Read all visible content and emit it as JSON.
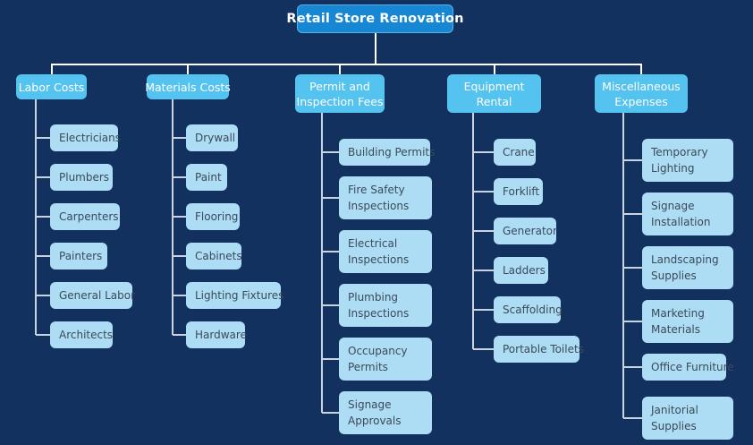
{
  "diagram": {
    "type": "tree",
    "title": "Retail Store Renovation",
    "background_color": "#13315e",
    "colors": {
      "root_fill": "#1787d4",
      "root_border": "#54b4ea",
      "root_text": "#ffffff",
      "category_fill": "#54c3f0",
      "category_text": "#ffffff",
      "leaf_fill": "#addcf5",
      "leaf_text": "#3c4a57",
      "connector": "#c8d4e0",
      "root_connector": "#ffffff"
    },
    "root": {
      "label": "Retail Store Renovation"
    },
    "branches": [
      {
        "label": "Labor Costs",
        "label_lines": [
          "Labor Costs"
        ],
        "children": [
          {
            "label": "Electricians",
            "lines": [
              "Electricians"
            ]
          },
          {
            "label": "Plumbers",
            "lines": [
              "Plumbers"
            ]
          },
          {
            "label": "Carpenters",
            "lines": [
              "Carpenters"
            ]
          },
          {
            "label": "Painters",
            "lines": [
              "Painters"
            ]
          },
          {
            "label": "General Labor",
            "lines": [
              "General Labor"
            ]
          },
          {
            "label": "Architects",
            "lines": [
              "Architects"
            ]
          }
        ]
      },
      {
        "label": "Materials Costs",
        "label_lines": [
          "Materials Costs"
        ],
        "children": [
          {
            "label": "Drywall",
            "lines": [
              "Drywall"
            ]
          },
          {
            "label": "Paint",
            "lines": [
              "Paint"
            ]
          },
          {
            "label": "Flooring",
            "lines": [
              "Flooring"
            ]
          },
          {
            "label": "Cabinets",
            "lines": [
              "Cabinets"
            ]
          },
          {
            "label": "Lighting Fixtures",
            "lines": [
              "Lighting Fixtures"
            ]
          },
          {
            "label": "Hardware",
            "lines": [
              "Hardware"
            ]
          }
        ]
      },
      {
        "label": "Permit and Inspection Fees",
        "label_lines": [
          "Permit and",
          "Inspection Fees"
        ],
        "children": [
          {
            "label": "Building Permits",
            "lines": [
              "Building Permits"
            ]
          },
          {
            "label": "Fire Safety Inspections",
            "lines": [
              "Fire Safety",
              "Inspections"
            ]
          },
          {
            "label": "Electrical Inspections",
            "lines": [
              "Electrical",
              "Inspections"
            ]
          },
          {
            "label": "Plumbing Inspections",
            "lines": [
              "Plumbing",
              "Inspections"
            ]
          },
          {
            "label": "Occupancy Permits",
            "lines": [
              "Occupancy",
              "Permits"
            ]
          },
          {
            "label": "Signage Approvals",
            "lines": [
              "Signage",
              "Approvals"
            ]
          }
        ]
      },
      {
        "label": "Equipment Rental",
        "label_lines": [
          "Equipment",
          "Rental"
        ],
        "children": [
          {
            "label": "Crane",
            "lines": [
              "Crane"
            ]
          },
          {
            "label": "Forklift",
            "lines": [
              "Forklift"
            ]
          },
          {
            "label": "Generator",
            "lines": [
              "Generator"
            ]
          },
          {
            "label": "Ladders",
            "lines": [
              "Ladders"
            ]
          },
          {
            "label": "Scaffolding",
            "lines": [
              "Scaffolding"
            ]
          },
          {
            "label": "Portable Toilets",
            "lines": [
              "Portable Toilets"
            ]
          }
        ]
      },
      {
        "label": "Miscellaneous Expenses",
        "label_lines": [
          "Miscellaneous",
          "Expenses"
        ],
        "children": [
          {
            "label": "Temporary Lighting",
            "lines": [
              "Temporary",
              "Lighting"
            ]
          },
          {
            "label": "Signage Installation",
            "lines": [
              "Signage",
              "Installation"
            ]
          },
          {
            "label": "Landscaping Supplies",
            "lines": [
              "Landscaping",
              "Supplies"
            ]
          },
          {
            "label": "Marketing Materials",
            "lines": [
              "Marketing",
              "Materials"
            ]
          },
          {
            "label": "Office Furniture",
            "lines": [
              "Office Furniture"
            ]
          },
          {
            "label": "Janitorial Supplies",
            "lines": [
              "Janitorial",
              "Supplies"
            ]
          }
        ]
      }
    ]
  }
}
